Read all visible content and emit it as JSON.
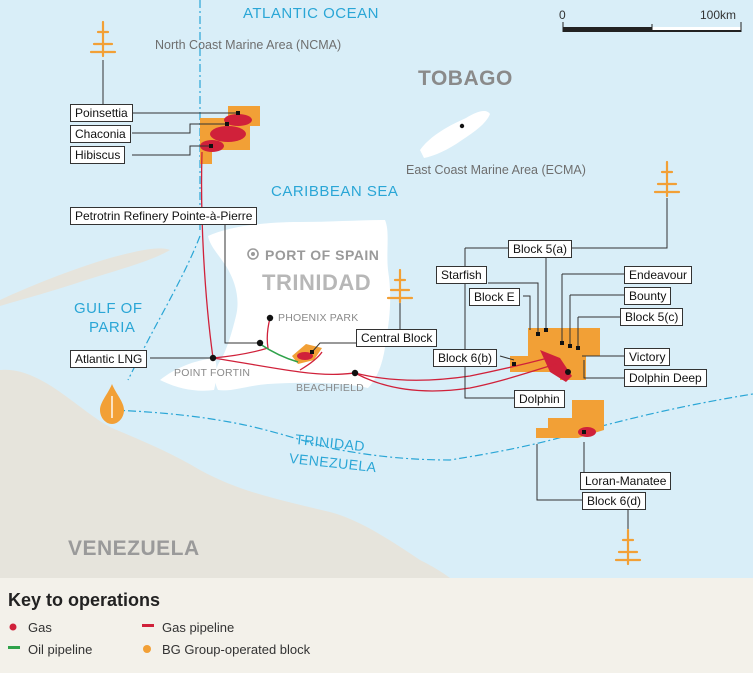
{
  "seas": {
    "atlantic": "ATLANTIC OCEAN",
    "caribbean": "CARIBBEAN SEA",
    "gulf_line1": "GULF OF",
    "gulf_line2": "PARIA"
  },
  "areas": {
    "ncma": "North Coast Marine Area (NCMA)",
    "ecma": "East Coast Marine Area (ECMA)"
  },
  "land": {
    "tobago": "TOBAGO",
    "trinidad": "TRINIDAD",
    "venezuela": "VENEZUELA",
    "port_of_spain": "PORT OF SPAIN",
    "phoenix_park": "PHOENIX PARK",
    "point_fortin": "POINT FORTIN",
    "beachfield": "BEACHFIELD",
    "border_trinidad": "TRINIDAD",
    "border_venezuela": "VENEZUELA"
  },
  "scale": {
    "zero": "0",
    "max": "100km"
  },
  "fields": {
    "poinsettia": "Poinsettia",
    "chaconia": "Chaconia",
    "hibiscus": "Hibiscus",
    "refinery": "Petrotrin Refinery Pointe-à-Pierre",
    "atlantic_lng": "Atlantic LNG",
    "central_block": "Central Block",
    "block_5a": "Block 5(a)",
    "starfish": "Starfish",
    "block_e": "Block E",
    "endeavour": "Endeavour",
    "bounty": "Bounty",
    "block_5c": "Block 5(c)",
    "block_6b": "Block 6(b)",
    "victory": "Victory",
    "dolphin_deep": "Dolphin Deep",
    "dolphin": "Dolphin",
    "loran_manatee": "Loran-Manatee",
    "block_6d": "Block 6(d)"
  },
  "legend": {
    "title": "Key to operations",
    "gas": "Gas",
    "oil_pipeline": "Oil pipeline",
    "gas_pipeline": "Gas pipeline",
    "bg_block": "BG Group-operated block"
  },
  "colors": {
    "sea": "#d9eef8",
    "land": "#ffffff",
    "venezuela": "#e6e4dc",
    "gas": "#d0213a",
    "block": "#f2a036",
    "oil_pipeline": "#2fa24a",
    "border": "#2aa6d6",
    "platform": "#f2a036"
  }
}
